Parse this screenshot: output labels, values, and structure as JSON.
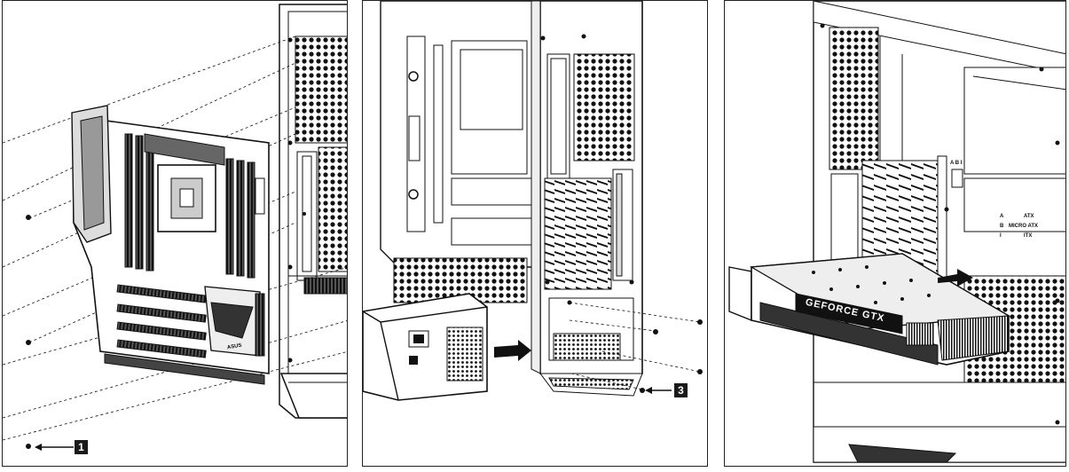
{
  "panels": [
    {
      "step_label": "1",
      "board_brand": "ASUS"
    },
    {
      "step_label": "3"
    },
    {
      "gpu_brand": "GEFORCE GTX",
      "standoff_legend": {
        "keys": [
          "A",
          "B",
          "I"
        ],
        "values": [
          "ATX",
          "MICRO ATX",
          "ITX"
        ],
        "side_mark": "A B I"
      }
    }
  ]
}
